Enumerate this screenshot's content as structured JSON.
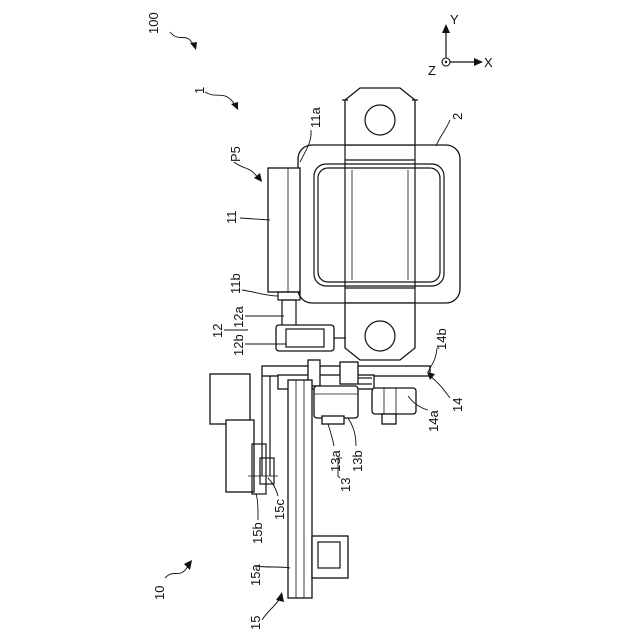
{
  "figure": {
    "labels": {
      "sys_100": "100",
      "dev_1": "1",
      "part_2": "2",
      "p5": "P5",
      "part_11": "11",
      "part_11a": "11a",
      "part_11b": "11b",
      "part_12": "12",
      "part_12a": "12a",
      "part_12b": "12b",
      "part_13": "13",
      "part_13a": "13a",
      "part_13b": "13b",
      "part_14": "14",
      "part_14a": "14a",
      "part_14b": "14b",
      "part_15": "15",
      "part_15a": "15a",
      "part_15b": "15b",
      "part_15c": "15c",
      "sys_10": "10"
    },
    "axes": {
      "y": "Y",
      "x": "X",
      "z": "Z"
    }
  }
}
